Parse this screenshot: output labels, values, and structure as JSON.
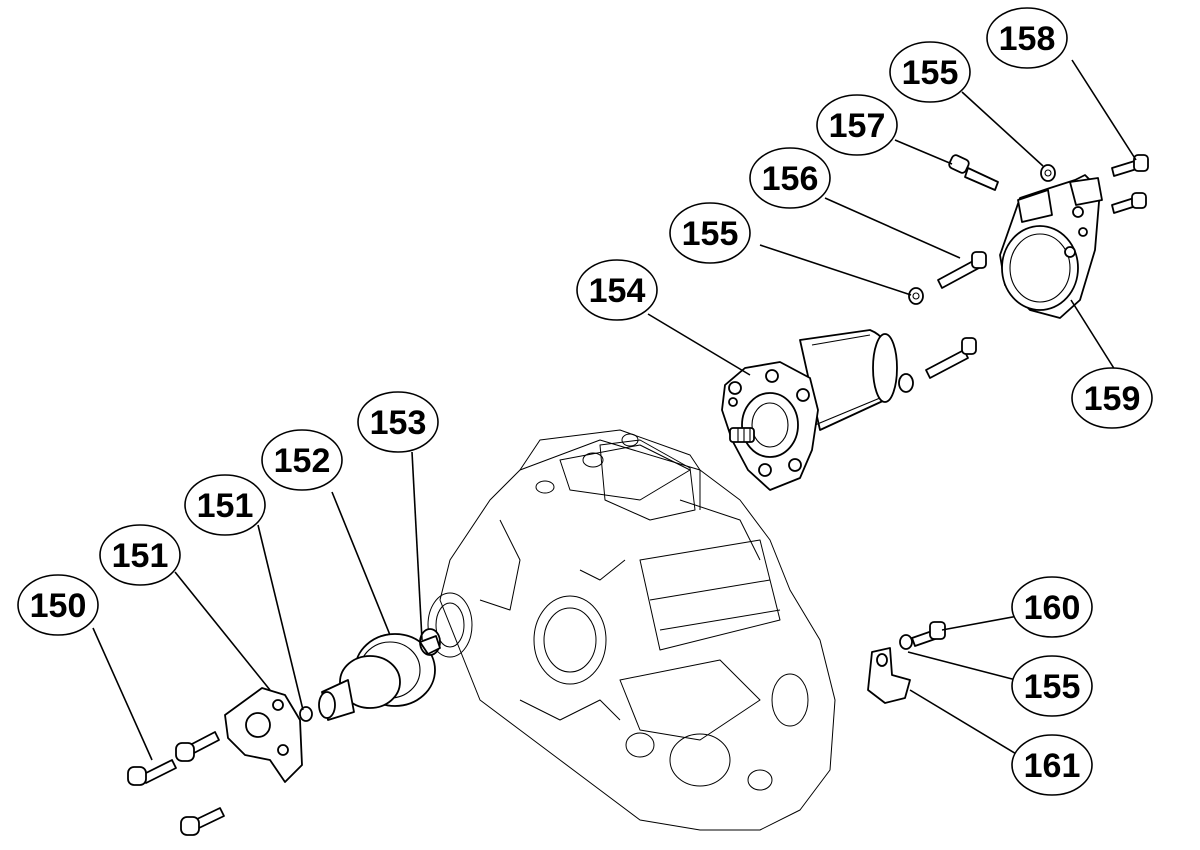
{
  "diagram": {
    "callouts": [
      {
        "id": "c150",
        "label": "150"
      },
      {
        "id": "c151a",
        "label": "151"
      },
      {
        "id": "c151b",
        "label": "151"
      },
      {
        "id": "c152",
        "label": "152"
      },
      {
        "id": "c153",
        "label": "153"
      },
      {
        "id": "c154",
        "label": "154"
      },
      {
        "id": "c155a",
        "label": "155"
      },
      {
        "id": "c156",
        "label": "156"
      },
      {
        "id": "c157",
        "label": "157"
      },
      {
        "id": "c155b",
        "label": "155"
      },
      {
        "id": "c158",
        "label": "158"
      },
      {
        "id": "c159",
        "label": "159"
      },
      {
        "id": "c160",
        "label": "160"
      },
      {
        "id": "c155c",
        "label": "155"
      },
      {
        "id": "c161",
        "label": "161"
      }
    ]
  }
}
